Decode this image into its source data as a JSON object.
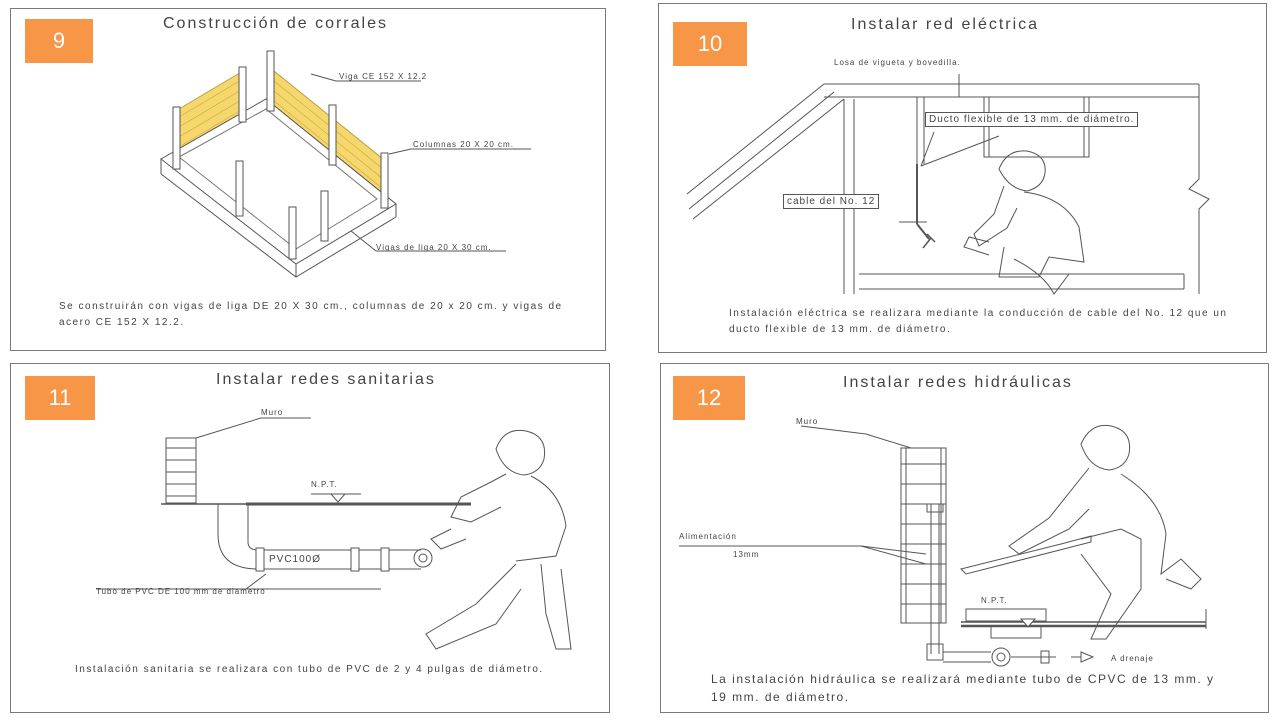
{
  "panels": {
    "p9": {
      "number": "9",
      "title": "Construcción de corrales",
      "labels": {
        "viga": "Viga CE 152 X 12.2",
        "columnas": "Columnas 20 X 20 cm.",
        "vigas_liga": "Vigas de liga 20 X 30 cm."
      },
      "description": "Se construirán con vigas de liga DE 20 X 30 cm., columnas de 20 x 20 cm. y vigas de acero CE 152 X 12.2."
    },
    "p10": {
      "number": "10",
      "title": "Instalar red eléctrica",
      "labels": {
        "losa": "Losa de vigueta y bovedilla.",
        "ducto": "Ducto flexible de 13 mm. de diámetro.",
        "cable": "cable del No. 12"
      },
      "description": "Instalación eléctrica se realizara mediante la conducción de cable del No. 12 que un ducto flexible de 13 mm. de diámetro."
    },
    "p11": {
      "number": "11",
      "title": "Instalar redes sanitarias",
      "labels": {
        "muro": "Muro",
        "npt": "N.P.T.",
        "pvc": "PVC100Ø",
        "tubo": "Tubo de PVC DE 100 mm de diametro"
      },
      "description": "Instalación sanitaria se realizara con tubo de PVC de 2 y 4 pulgas de diámetro."
    },
    "p12": {
      "number": "12",
      "title": "Instalar redes hidráulicas",
      "labels": {
        "muro": "Muro",
        "alimentacion": "Alimentación",
        "alimentacion_size": "13mm",
        "npt": "N.P.T.",
        "drenaje": "A drenaje"
      },
      "description": "La instalación hidráulica se realizará mediante tubo de CPVC de 13 mm. y 19 mm. de diámetro."
    }
  },
  "colors": {
    "badge": "#f79646",
    "yellow_fill": "#f5d76e",
    "line": "#555555"
  }
}
